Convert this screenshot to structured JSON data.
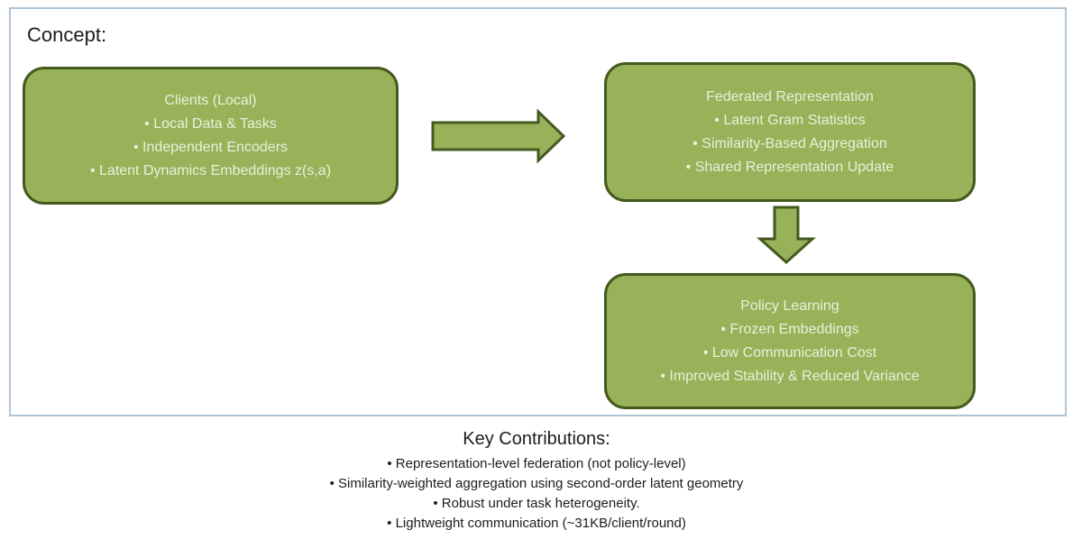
{
  "concept": {
    "label": "Concept:"
  },
  "diagram": {
    "boxes": [
      {
        "name": "clients-local",
        "title": "Clients (Local)",
        "bullets": [
          "Local Data & Tasks",
          "Independent Encoders",
          "Latent Dynamics Embeddings z(s,a)"
        ]
      },
      {
        "name": "federated-representation",
        "title": "Federated Representation",
        "bullets": [
          "Latent Gram Statistics",
          "Similarity-Based Aggregation",
          "Shared Representation Update"
        ]
      },
      {
        "name": "policy-learning",
        "title": "Policy Learning",
        "bullets": [
          "Frozen Embeddings",
          "Low Communication Cost",
          "Improved Stability & Reduced Variance"
        ]
      }
    ],
    "arrows": [
      {
        "name": "clients-to-federated",
        "direction": "right"
      },
      {
        "name": "federated-to-policy",
        "direction": "down"
      }
    ],
    "colors": {
      "box_fill": "#97b259",
      "box_border": "#44591e",
      "box_text": "#eaf0dc",
      "frame_border": "#b0c4d8",
      "ink": "#1c1c1c"
    }
  },
  "key_contributions": {
    "title": "Key Contributions:",
    "items": [
      "Representation-level federation (not policy-level)",
      "Similarity-weighted aggregation using second-order latent geometry",
      "Robust under task heterogeneity.",
      "Lightweight communication (~31KB/client/round)"
    ]
  }
}
